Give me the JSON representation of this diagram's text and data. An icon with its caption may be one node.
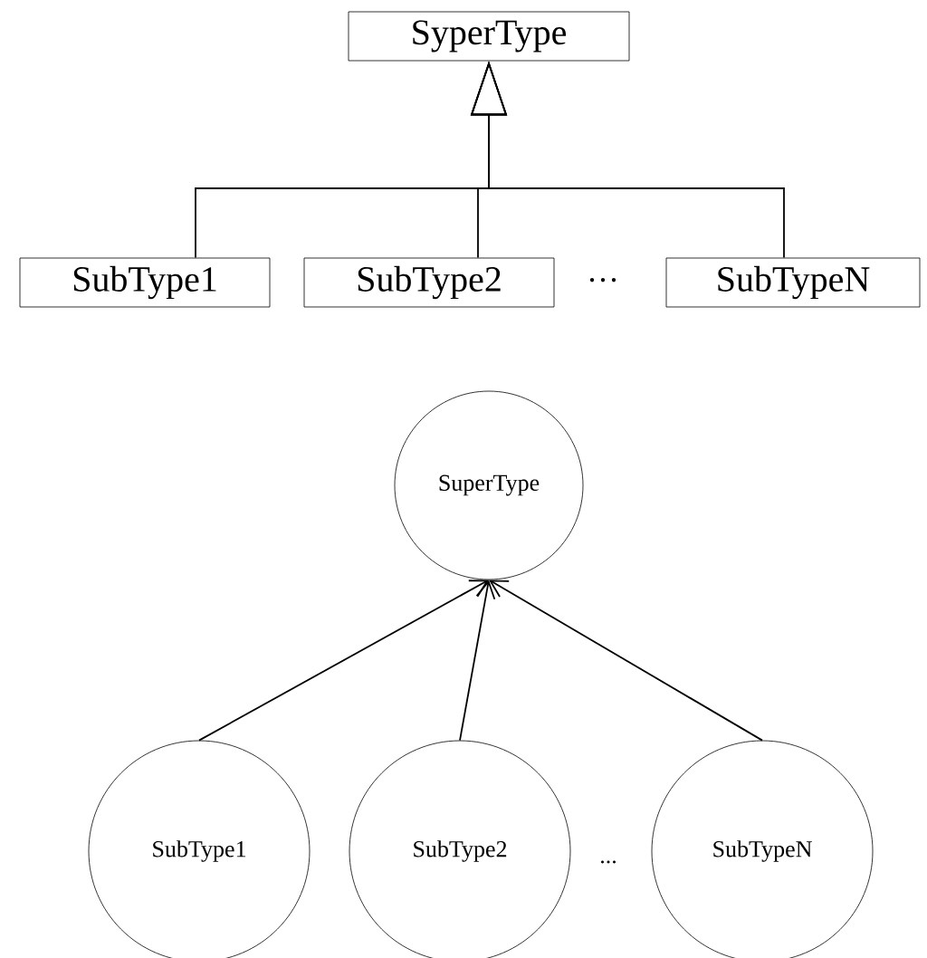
{
  "diagram": {
    "nodes": [
      {
        "text": [
          "SyperType"
        ]
      },
      {
        "text": [
          "SubType1"
        ]
      },
      {
        "text": [
          "SubType2"
        ]
      },
      {
        "text": [
          "SubTypeN"
        ]
      },
      {
        "text": [
          "SuperType"
        ]
      },
      {
        "text": [
          "SubType1"
        ]
      },
      {
        "text": [
          "SubType2"
        ]
      },
      {
        "text": [
          "SubTypeN"
        ]
      }
    ],
    "edges": [
      {
        "from": 1,
        "to": 0,
        "arrow": "to"
      },
      {
        "from": 2,
        "to": 0,
        "arrow": "to"
      },
      {
        "from": 3,
        "to": 0,
        "arrow": "to"
      },
      {
        "from": 5,
        "to": 4,
        "arrow": "to"
      },
      {
        "from": 6,
        "to": 4,
        "arrow": "to"
      },
      {
        "from": 7,
        "to": 4,
        "arrow": "to"
      }
    ],
    "labels": [
      "···",
      "..."
    ]
  }
}
